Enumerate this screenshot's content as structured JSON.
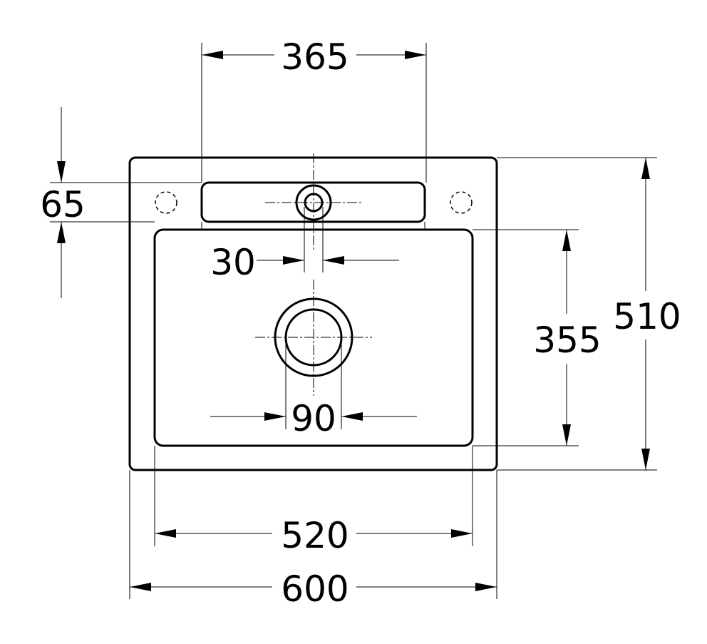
{
  "units": "mm",
  "dimensions": {
    "tap_deck_width": "365",
    "tap_deck_depth": "65",
    "tap_hole_diameter": "30",
    "drain_diameter": "90",
    "bowl_depth": "355",
    "overall_depth": "510",
    "bowl_width": "520",
    "overall_width": "600"
  }
}
